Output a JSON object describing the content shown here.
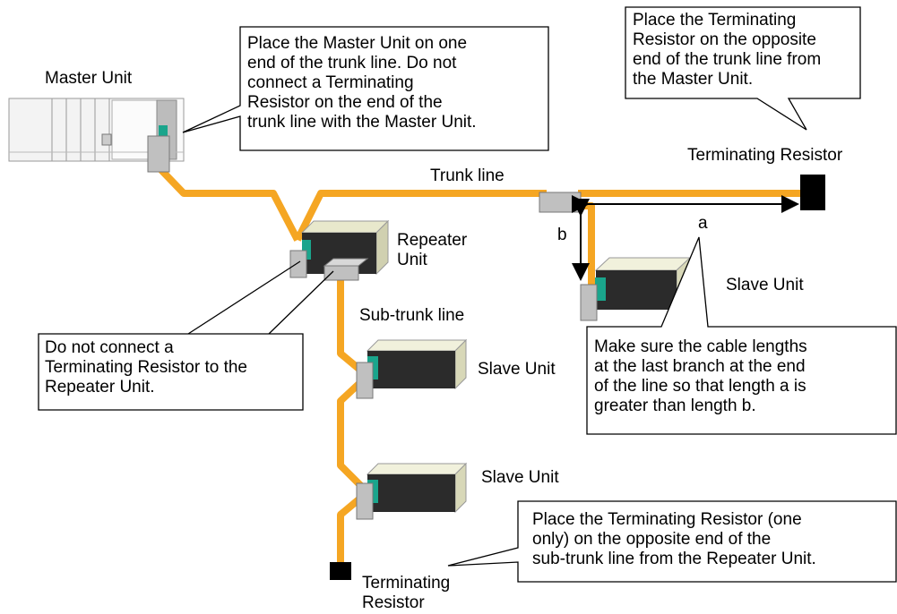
{
  "labels": {
    "master_unit": "Master Unit",
    "trunk_line": "Trunk line",
    "terminating_resistor_top": "Terminating Resistor",
    "repeater_unit": "Repeater\nUnit",
    "b": "b",
    "a": "a",
    "slave_unit_right": "Slave Unit",
    "sub_trunk_line": "Sub-trunk line",
    "slave_unit_1": "Slave Unit",
    "slave_unit_2": "Slave Unit",
    "terminating_resistor_bottom": "Terminating\nResistor"
  },
  "callouts": {
    "master": "Place the Master Unit on one\nend of the trunk line. Do not\nconnect a Terminating\nResistor on the end of the\ntrunk line with the Master Unit.",
    "top_right": "Place the Terminating\nResistor on the opposite\nend of the trunk line from\nthe Master Unit.",
    "repeater": "Do not connect a\nTerminating Resistor to the\nRepeater Unit.",
    "lengths": "Make sure the cable lengths\nat the last branch at the end\nof the line so that length a is\ngreater than length b.",
    "bottom": "Place the Terminating Resistor (one\nonly) on the opposite end of the\nsub-trunk line from the Repeater Unit."
  },
  "colors": {
    "cable": "#f5a623",
    "unit_body": "#2b2b2b",
    "unit_top": "#f1f1dc",
    "connector": "#c0c0c0",
    "port": "#1aa58c",
    "resistor": "#000000"
  }
}
